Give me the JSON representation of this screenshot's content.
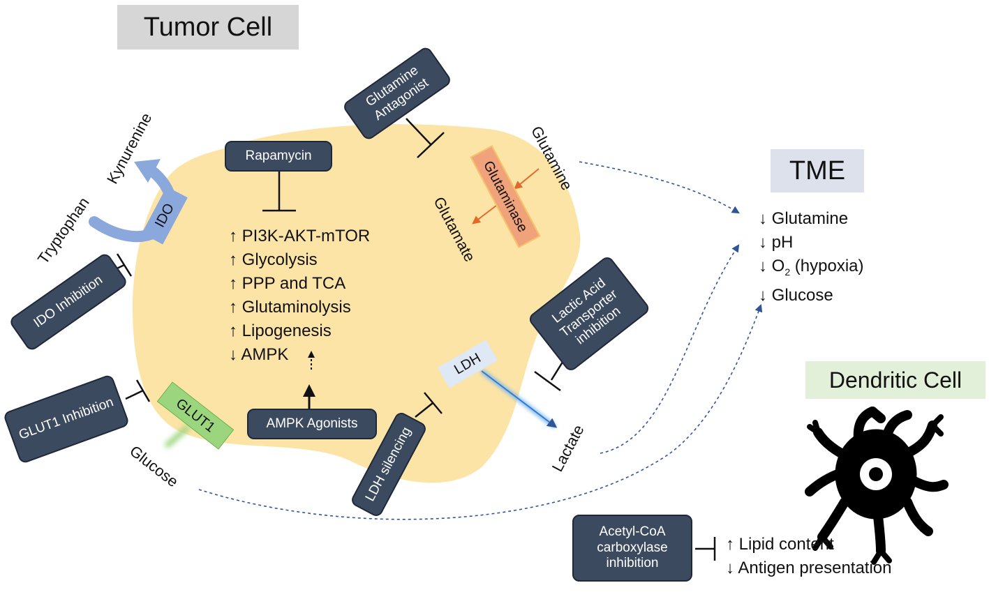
{
  "titles": {
    "tumor_cell": "Tumor Cell",
    "tme": "TME",
    "dendritic_cell": "Dendritic Cell"
  },
  "inhibitor_boxes": {
    "glutamine_antagonist": "Glutamine Antagonist",
    "rapamycin": "Rapamycin",
    "ido_inhibition": "IDO Inhibition",
    "glut1_inhibition": "GLUT1 Inhibition",
    "ampk_agonists": "AMPK Agonists",
    "ldh_silencing": "LDH silencing",
    "lactic_acid_transporter_inhibition": "Lactic Acid Transporter inhibition",
    "acetyl_coa_carboxylase_inhibition": "Acetyl-CoA carboxylase inhibition"
  },
  "enzymes": {
    "ido": "IDO",
    "glutaminase": "Glutaminase",
    "glut1": "GLUT1",
    "ldh": "LDH"
  },
  "metabolites": {
    "tryptophan": "Tryptophan",
    "kynurenine": "Kynurenine",
    "glutamine": "Glutamine",
    "glutamate": "Glutamate",
    "glucose": "Glucose",
    "lactate": "Lactate"
  },
  "tumor_pathways": [
    "↑ PI3K-AKT-mTOR",
    "↑ Glycolysis",
    "↑ PPP and TCA",
    "↑ Glutaminolysis",
    "↑ Lipogenesis",
    "↓ AMPK"
  ],
  "tme_list": {
    "glutamine": "↓ Glutamine",
    "ph": "↓ pH",
    "o2_prefix": "↓ O",
    "o2_sub": "2",
    "o2_suffix": " (hypoxia)",
    "glucose": "↓ Glucose"
  },
  "dc_effects": [
    "↑ Lipid content",
    "↓ Antigen presentation"
  ],
  "colors": {
    "cell_fill": "#fce4a6",
    "box_fill": "#3c4a60",
    "ido_fill": "#8aa8dc",
    "glutaminase_fill": "#f0a27a",
    "glut1_fill": "#9bd67e",
    "ldh_fill": "#dfe8f5",
    "tme_bg": "#dde1eb",
    "tumor_bg": "#d6d6d6",
    "dc_bg": "#e2f0d9"
  }
}
